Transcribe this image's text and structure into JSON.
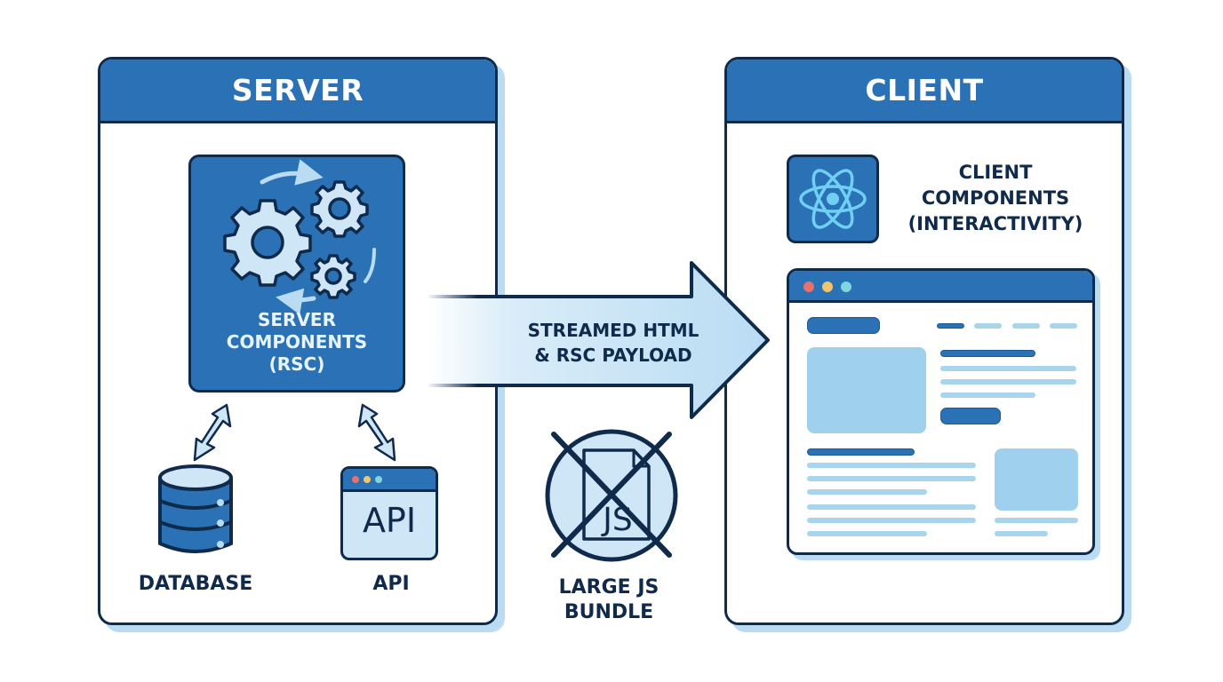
{
  "server": {
    "title": "SERVER",
    "rsc_label_lines": [
      "SERVER",
      "COMPONENTS",
      "(RSC)"
    ],
    "database_label": "DATABASE",
    "api_label": "API",
    "api_icon_text": "API"
  },
  "transfer": {
    "label_lines": [
      "STREAMED HTML",
      "& RSC PAYLOAD"
    ]
  },
  "excluded": {
    "icon_text": "JS",
    "label_lines": [
      "LARGE JS",
      "BUNDLE"
    ]
  },
  "client": {
    "title": "CLIENT",
    "components_label_lines": [
      "CLIENT",
      "COMPONENTS",
      "(INTERACTIVITY)"
    ]
  },
  "colors": {
    "primary_blue": "#2a72b5",
    "dark_navy": "#0f2a4a",
    "light_blue": "#b9dcf3",
    "dot_red": "#e9716c",
    "dot_yellow": "#f2c46b",
    "dot_teal": "#7fd6e0"
  },
  "icons": {
    "rsc": "gears-icon",
    "database": "database-icon",
    "api": "api-window-icon",
    "js": "no-js-bundle-icon",
    "react": "react-atom-icon",
    "browser": "browser-window-icon"
  }
}
